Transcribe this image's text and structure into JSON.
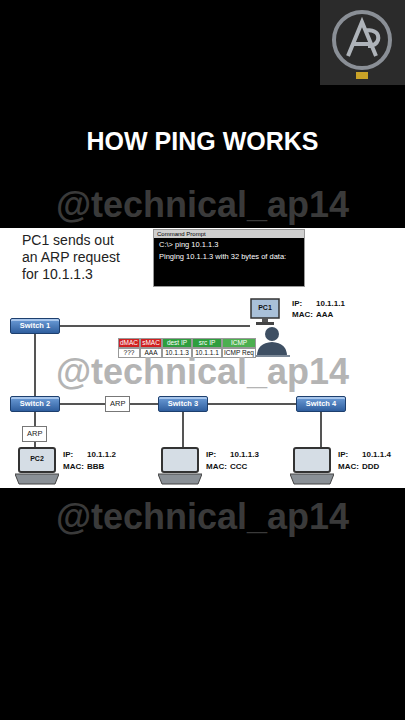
{
  "diagram": {
    "title": "HOW PING WORKS",
    "nodes": [
      {
        "text": [
          "Command Prompt",
          "C:\\> ping 10.1.1.3",
          "Pinging 10.1.1.3 with 32 bytes of data:"
        ]
      },
      {
        "text": [
          "Switch 1"
        ]
      },
      {
        "text": [
          "PC1",
          "IP:",
          "10.1.1.1",
          "MAC:",
          "AAA"
        ]
      },
      {
        "text": [
          "Switch 2"
        ]
      },
      {
        "text": [
          "ARP"
        ]
      },
      {
        "text": [
          "Switch 3"
        ]
      },
      {
        "text": [
          "Switch 4"
        ]
      },
      {
        "text": [
          "ARP"
        ]
      },
      {
        "text": [
          "PC2",
          "IP:",
          "10.1.1.2",
          "MAC:",
          "BBB"
        ]
      },
      {
        "text": [
          "IP:",
          "10.1.1.3",
          "MAC:",
          "CCC"
        ]
      },
      {
        "text": [
          "IP:",
          "10.1.1.4",
          "MAC:",
          "DDD"
        ]
      }
    ],
    "edges": [
      {
        "from": 1,
        "to": 3,
        "arrow": "none"
      },
      {
        "from": 1,
        "to": 2,
        "arrow": "none"
      },
      {
        "from": 3,
        "to": 5,
        "arrow": "none"
      },
      {
        "from": 5,
        "to": 6,
        "arrow": "none"
      },
      {
        "from": 3,
        "to": 8,
        "arrow": "none"
      },
      {
        "from": 5,
        "to": 9,
        "arrow": "none"
      },
      {
        "from": 6,
        "to": 10,
        "arrow": "none"
      }
    ],
    "labels": [
      "@technical_ap14",
      "PC1 sends out an ARP request for 10.1.1.3",
      "dMAC",
      "sMAC",
      "dest IP",
      "src IP",
      "ICMP",
      "???",
      "AAA",
      "10.1.1.3",
      "10.1.1.1",
      "ICMP Req",
      "@technical_ap14",
      "@technical_ap14"
    ]
  }
}
